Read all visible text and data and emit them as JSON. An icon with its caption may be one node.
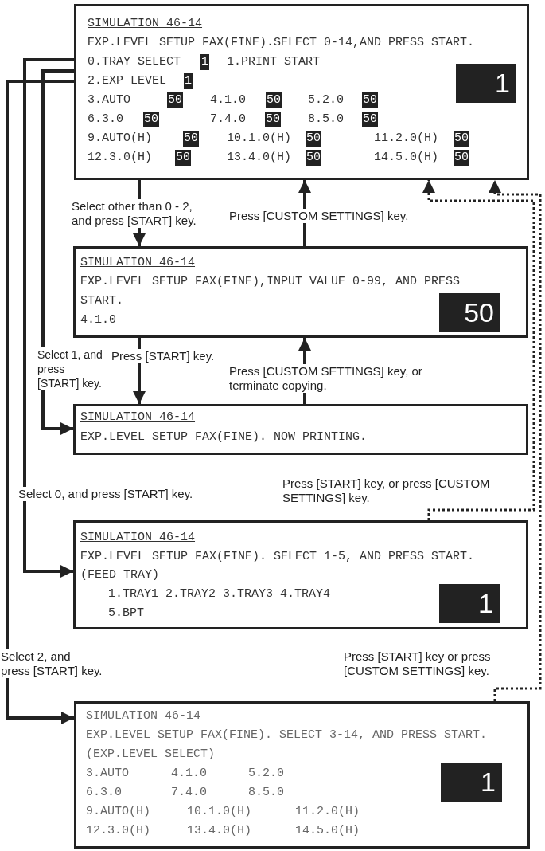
{
  "diagram": {
    "nodes": [
      {
        "text": [
          "SIMULATION 46-14",
          "EXP.LEVEL SETUP FAX(FINE).SELECT 0-14,AND PRESS START.",
          "0.TRAY SELECT",
          "1",
          "1.PRINT START",
          "2.EXP LEVEL",
          "1",
          "3.AUTO",
          "50",
          "4.1.0",
          "50",
          "5.2.0",
          "50",
          "6.3.0",
          "50",
          "7.4.0",
          "50",
          "8.5.0",
          "50",
          "9.AUTO(H)",
          "50",
          "10.1.0(H)",
          "50",
          "11.2.0(H)",
          "50",
          "12.3.0(H)",
          "50",
          "13.4.0(H)",
          "50",
          "14.5.0(H)",
          "50",
          "1"
        ]
      },
      {
        "text": [
          "SIMULATION 46-14",
          "EXP.LEVEL SETUP FAX(FINE),INPUT VALUE 0-99, AND PRESS START.",
          "4.1.0",
          "50"
        ]
      },
      {
        "text": [
          "SIMULATION 46-14",
          "EXP.LEVEL SETUP FAX(FINE). NOW PRINTING."
        ]
      },
      {
        "text": [
          "SIMULATION 46-14",
          "EXP.LEVEL SETUP FAX(FINE). SELECT 1-5, AND PRESS START.",
          "(FEED TRAY)",
          "1.TRAY1 2.TRAY2 3.TRAY3 4.TRAY4",
          "5.BPT",
          "1"
        ]
      },
      {
        "text": [
          "SIMULATION 46-14",
          "EXP.LEVEL SETUP FAX(FINE). SELECT 3-14, AND PRESS START.",
          "(EXP.LEVEL SELECT)",
          "3.AUTO",
          "4.1.0",
          "5.2.0",
          "6.3.0",
          "7.4.0",
          "8.5.0",
          "9.AUTO(H)",
          "10.1.0(H)",
          "11.2.0(H)",
          "12.3.0(H)",
          "13.4.0(H)",
          "14.5.0(H)",
          "1"
        ]
      }
    ],
    "edges": [
      {
        "from": 0,
        "to": 1,
        "arrow": "to",
        "label": "Select other than 0 - 2, and press [START] key."
      },
      {
        "from": 1,
        "to": 0,
        "arrow": "to",
        "label": "Press [CUSTOM SETTINGS] key."
      },
      {
        "from": 1,
        "to": 2,
        "arrow": "to",
        "label": "Press [START] key."
      },
      {
        "from": 2,
        "to": 1,
        "arrow": "to",
        "label": "Press [CUSTOM SETTINGS] key, or terminate copying."
      },
      {
        "from": 3,
        "to": 0,
        "arrow": "to",
        "style": "dashed",
        "label": "Press [START] key, or press [CUSTOM SETTINGS] key."
      },
      {
        "from": 4,
        "to": 0,
        "arrow": "to",
        "style": "dashed",
        "label": "Press [START] key or press [CUSTOM SETTINGS] key."
      },
      {
        "from": 0,
        "to": 2,
        "arrow": "to",
        "label": "Select 1, and press [START] key."
      },
      {
        "from": 0,
        "to": 3,
        "arrow": "to",
        "label": "Select 0, and press [START] key."
      },
      {
        "from": 0,
        "to": 4,
        "arrow": "to",
        "label": "Select 2, and press [START] key."
      }
    ]
  }
}
